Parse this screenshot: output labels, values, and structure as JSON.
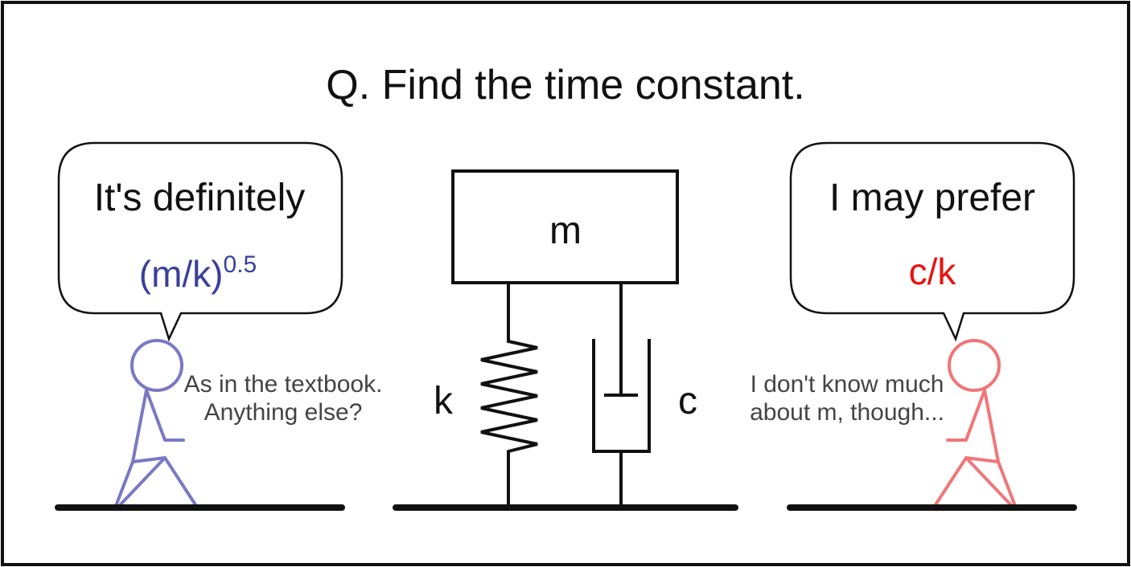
{
  "question": "Q. Find the time constant.",
  "left_bubble": {
    "line1": "It's definitely",
    "formula_base": "(m/k)",
    "formula_exp": "0.5",
    "formula_color": "#3b3f98"
  },
  "left_remark": {
    "line1": "As in the textbook.",
    "line2": "Anything else?"
  },
  "right_bubble": {
    "line1": "I may prefer",
    "formula": "c/k",
    "formula_color": "#e8140f"
  },
  "right_remark": {
    "line1": "I don't know much",
    "line2": "about m, though..."
  },
  "system": {
    "mass_label": "m",
    "spring_label": "k",
    "damper_label": "c"
  },
  "colors": {
    "left_figure": "#7b78c4",
    "right_figure": "#f07679",
    "ink": "#111111",
    "remark_text": "#444444"
  }
}
